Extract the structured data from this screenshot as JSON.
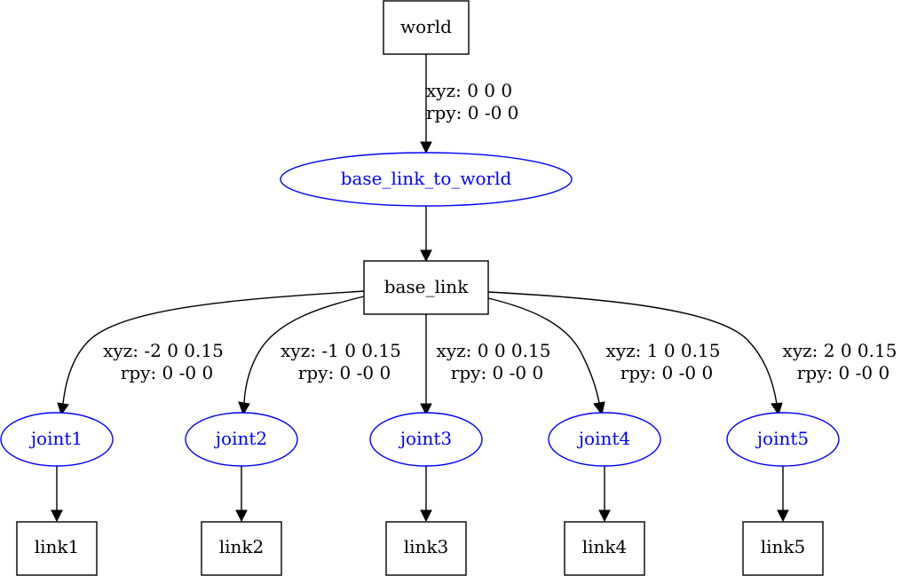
{
  "colors": {
    "link": "#000000",
    "joint": "#0000ff",
    "edge": "#000000"
  },
  "links": {
    "world": "world",
    "base_link": "base_link",
    "link1": "link1",
    "link2": "link2",
    "link3": "link3",
    "link4": "link4",
    "link5": "link5"
  },
  "joints": {
    "base_link_to_world": "base_link_to_world",
    "joint1": "joint1",
    "joint2": "joint2",
    "joint3": "joint3",
    "joint4": "joint4",
    "joint5": "joint5"
  },
  "edge_labels": {
    "world_to_base": {
      "xyz": "xyz: 0 0 0",
      "rpy": "rpy: 0 -0 0"
    },
    "base_to_joint1": {
      "xyz": "xyz: -2 0 0.15",
      "rpy": "rpy: 0 -0 0"
    },
    "base_to_joint2": {
      "xyz": "xyz: -1 0 0.15",
      "rpy": "rpy: 0 -0 0"
    },
    "base_to_joint3": {
      "xyz": "xyz: 0 0 0.15",
      "rpy": "rpy: 0 -0 0"
    },
    "base_to_joint4": {
      "xyz": "xyz: 1 0 0.15",
      "rpy": "rpy: 0 -0 0"
    },
    "base_to_joint5": {
      "xyz": "xyz: 2 0 0.15",
      "rpy": "rpy: 0 -0 0"
    }
  }
}
